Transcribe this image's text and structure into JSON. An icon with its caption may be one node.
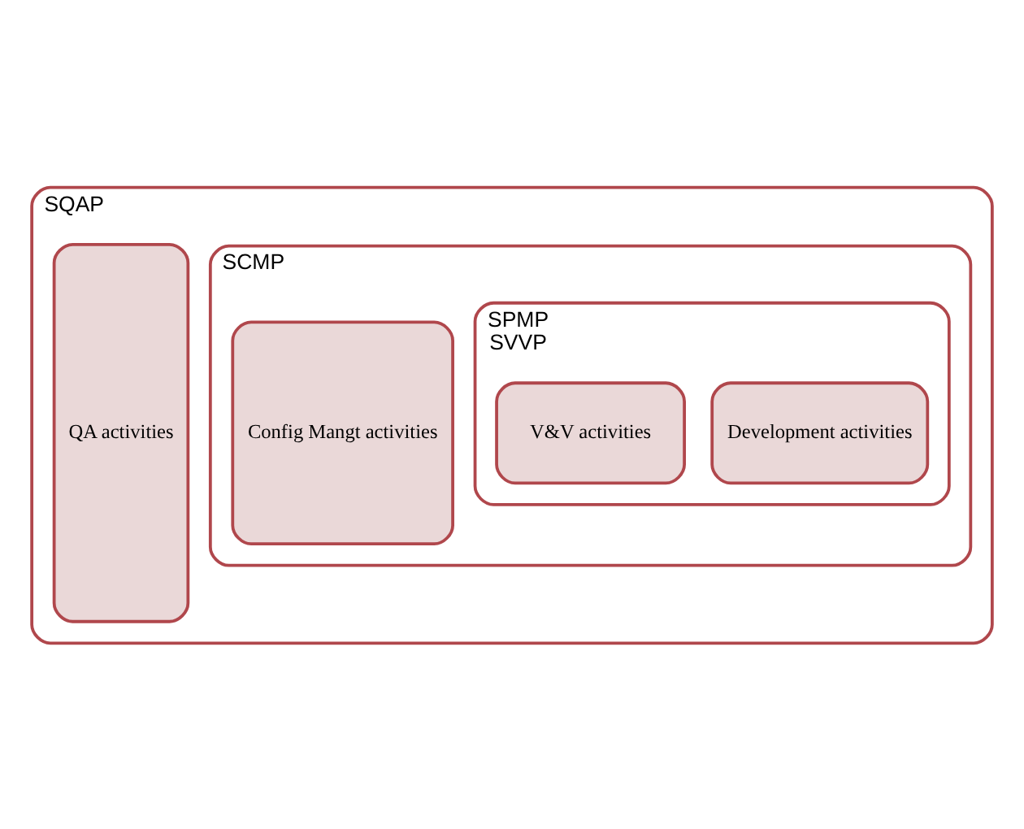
{
  "diagram": {
    "nodes": [
      {
        "text": [
          "SQAP"
        ]
      },
      {
        "text": [
          "QA activities"
        ],
        "in": 0
      },
      {
        "text": [
          "SCMP"
        ],
        "in": 0
      },
      {
        "text": [
          "Config Mangt activities"
        ],
        "in": 2
      },
      {
        "text": [
          "SPMP",
          "SVVP"
        ],
        "in": 2
      },
      {
        "text": [
          "Development activities"
        ],
        "in": 4
      },
      {
        "text": [
          "V&V activities"
        ],
        "in": 4
      }
    ]
  }
}
